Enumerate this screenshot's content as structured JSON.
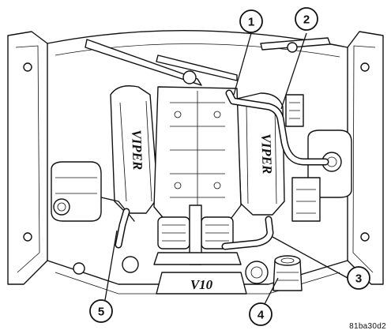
{
  "figure": {
    "id_code": "81ba30d2"
  },
  "callouts": [
    {
      "number": "1"
    },
    {
      "number": "2"
    },
    {
      "number": "3"
    },
    {
      "number": "4"
    },
    {
      "number": "5"
    }
  ],
  "engine_labels": {
    "left_cover": "VIPER",
    "right_cover": "VIPER",
    "intake": "V10"
  }
}
